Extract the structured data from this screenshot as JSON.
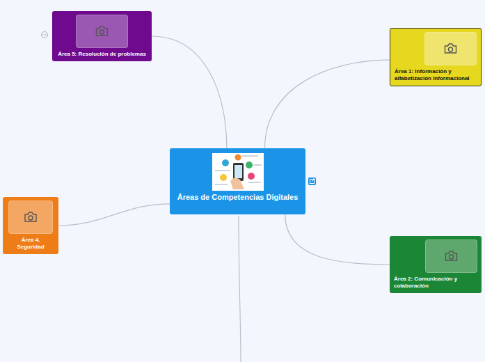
{
  "diagram": {
    "nodes": [
      {
        "text": [
          "Área 5: Resolución de problemas"
        ]
      },
      {
        "text": [
          "Área 1: Información y alfabetización informacional"
        ]
      },
      {
        "text": [
          "Áreas de Competencias Digitales"
        ]
      },
      {
        "text": [
          "Área 4. Seguridad"
        ]
      },
      {
        "text": [
          "Área 2: Comunicación y colaboración"
        ]
      }
    ],
    "edges": [
      {
        "from": 2,
        "to": 0,
        "arrow": "none"
      },
      {
        "from": 2,
        "to": 1,
        "arrow": "none"
      },
      {
        "from": 2,
        "to": 3,
        "arrow": "none"
      },
      {
        "from": 2,
        "to": 4,
        "arrow": "none"
      }
    ]
  }
}
